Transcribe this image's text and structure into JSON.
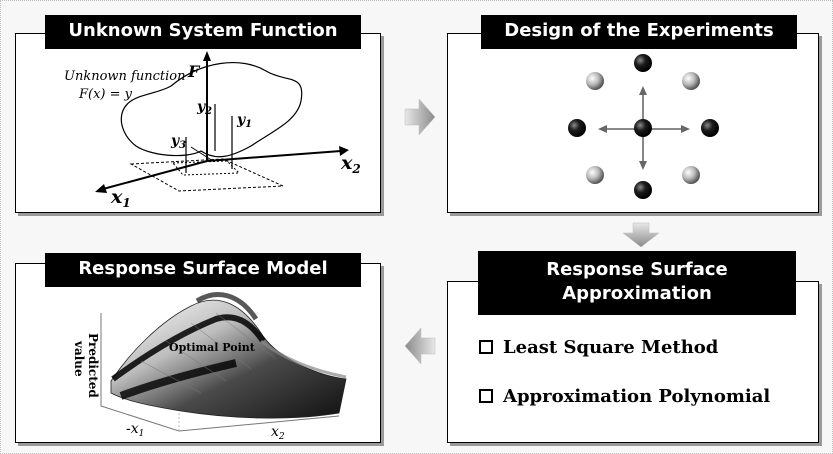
{
  "panels": {
    "top_left": {
      "title": "Unknown System Function",
      "labels": {
        "unknown_function_line1": "Unknown function",
        "unknown_function_line2": "F(x) = y",
        "axis_F": "F",
        "axis_x1": "x",
        "axis_x1_sub": "1",
        "axis_x2": "x",
        "axis_x2_sub": "2",
        "y1": "y",
        "y1_sub": "1",
        "y2": "y",
        "y2_sub": "2",
        "y3": "y",
        "y3_sub": "3"
      }
    },
    "top_right": {
      "title": "Design of the Experiments"
    },
    "bottom_left": {
      "title": "Response Surface Model",
      "labels": {
        "optimal_point": "Optimal Point",
        "predicted_value_line1": "Predicted",
        "predicted_value_line2": "value",
        "axis_x1": "x",
        "axis_x1_sub": "1",
        "axis_x2": "x",
        "axis_x2_sub": "2"
      }
    },
    "bottom_right": {
      "title_line1": "Response Surface",
      "title_line2": "Approximation",
      "items": [
        {
          "label": "Least Square Method"
        },
        {
          "label": "Approximation Polynomial"
        }
      ]
    }
  }
}
